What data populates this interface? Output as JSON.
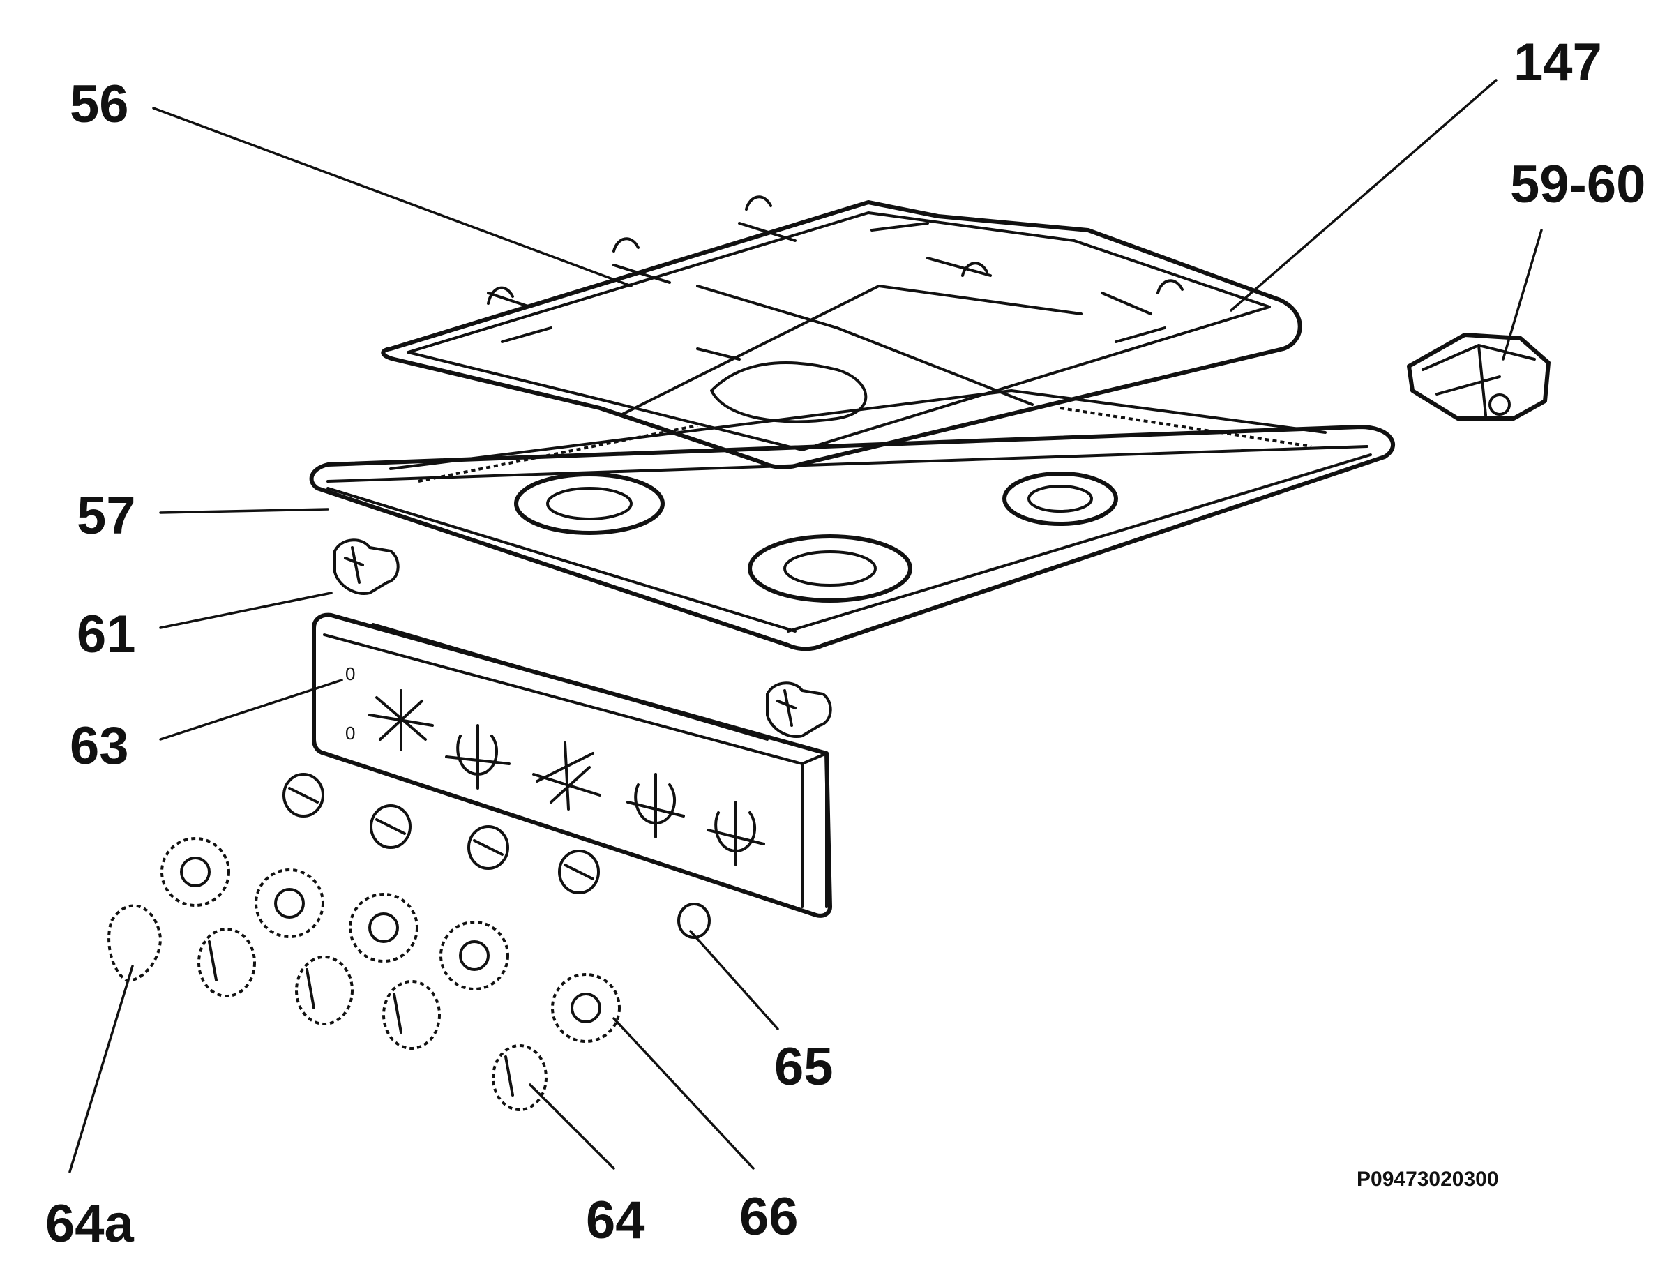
{
  "callouts": {
    "c56": "56",
    "c57": "57",
    "c61": "61",
    "c63": "63",
    "c147": "147",
    "c5960": "59-60",
    "c65": "65",
    "c64a": "64a",
    "c64": "64",
    "c66": "66"
  },
  "panel_marks": {
    "upper": "0",
    "lower": "0"
  },
  "drawing_code": "P09473020300",
  "colors": {
    "ink": "#111111",
    "background": "#ffffff"
  }
}
